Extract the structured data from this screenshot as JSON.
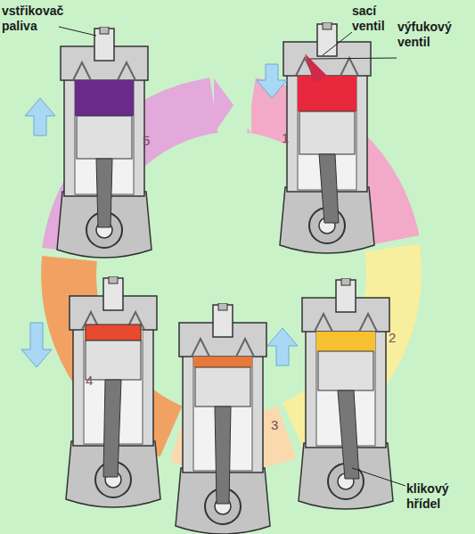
{
  "diagram": {
    "labels": [
      "vstřikovač paliva",
      "sací ventil",
      "výfukový ventil",
      "5",
      "1",
      "2",
      "4",
      "3",
      "klikový hřídel"
    ]
  }
}
